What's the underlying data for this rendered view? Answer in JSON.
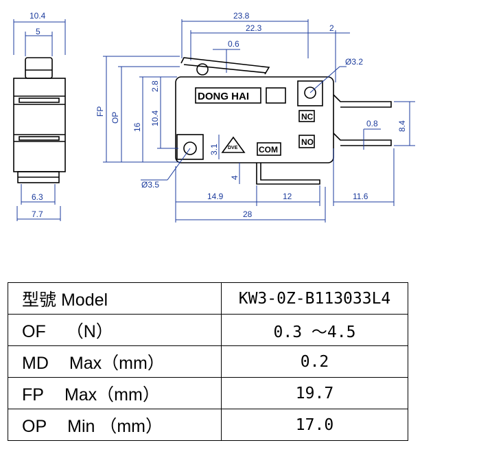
{
  "drawing": {
    "labels": {
      "brand": "DONG HAI",
      "nc": "NC",
      "no": "NO",
      "com": "COM",
      "fp": "FP",
      "op": "OP",
      "logo": "DVE"
    },
    "dims": {
      "w_10_4": "10.4",
      "w_5": "5",
      "w_6_3": "6.3",
      "w_7_7": "7.7",
      "d_23_8": "23.8",
      "d_22_3": "22.3",
      "d_2": "2",
      "d_0_6": "0.6",
      "d_dia3_2": "Ø3.2",
      "d_2_8": "2.8",
      "d_16": "16",
      "d_10_4": "10.4",
      "d_3_1": "3.1",
      "d_4": "4",
      "d_dia3_5": "Ø3.5",
      "d_8_4": "8.4",
      "d_0_8": "0.8",
      "d_14_9": "14.9",
      "d_12": "12",
      "d_11_6": "11.6",
      "d_28": "28"
    }
  },
  "spec_table": [
    {
      "label_main": "型號",
      "label_unit": "Model",
      "value": "KW3-0Z-B113033L4"
    },
    {
      "label_main": "OF",
      "label_unit": "（N）",
      "value": "0.3 ～4.5"
    },
    {
      "label_main": "MD",
      "label_unit": "Max（mm）",
      "value": "0.2"
    },
    {
      "label_main": "FP",
      "label_unit": "Max（mm）",
      "value": "19.7"
    },
    {
      "label_main": "OP",
      "label_unit": "Min （mm）",
      "value": "17.0"
    }
  ]
}
